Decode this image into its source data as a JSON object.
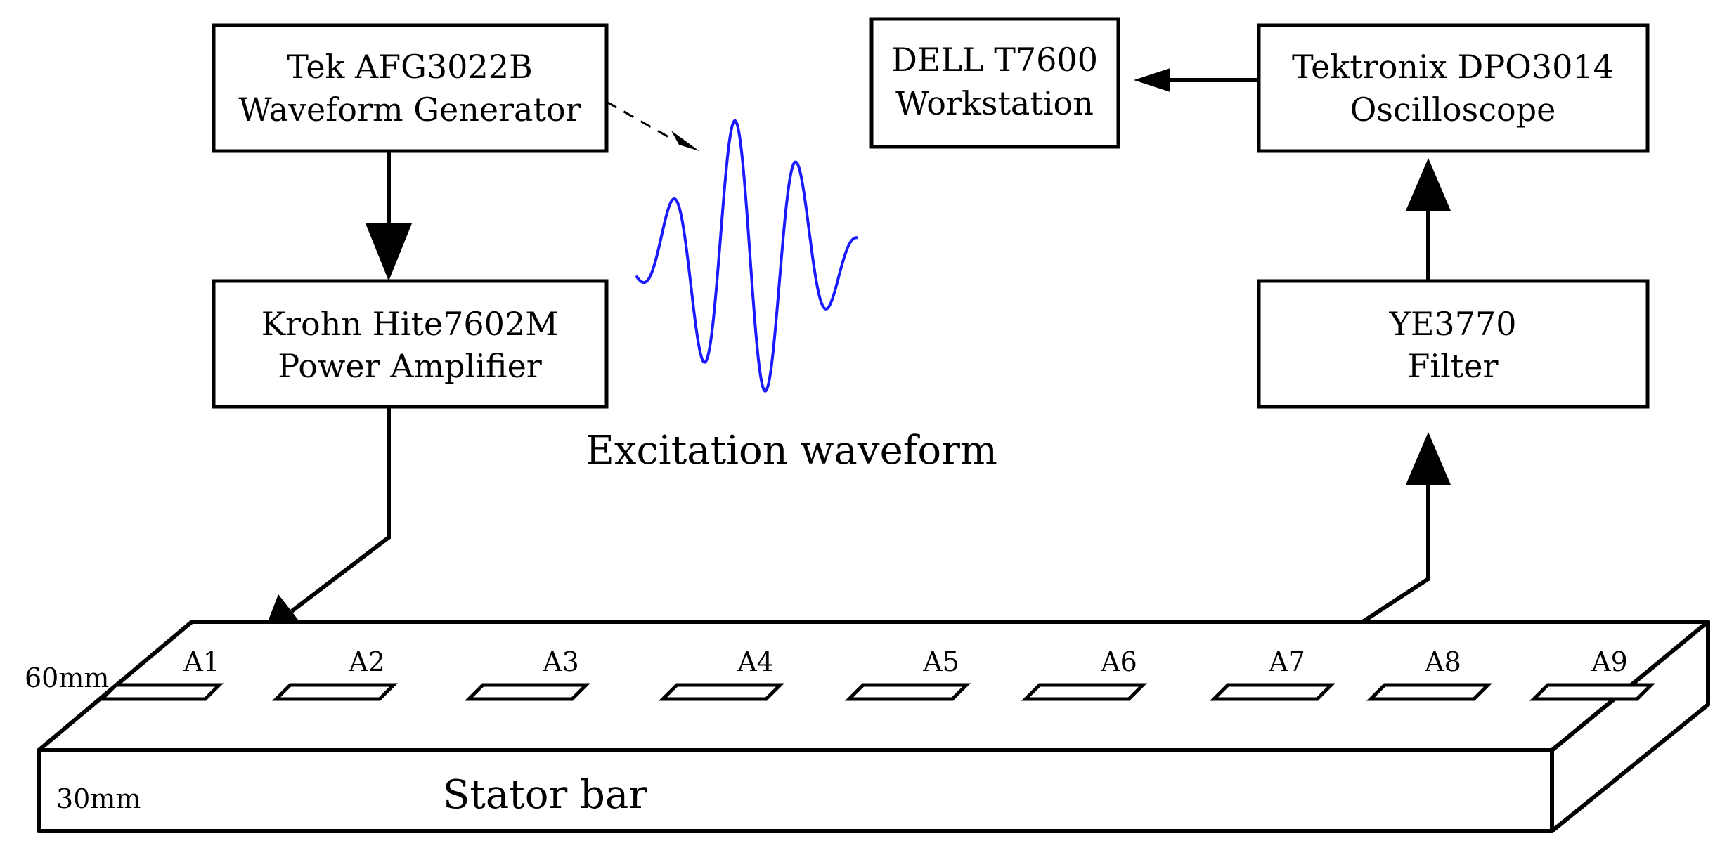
{
  "boxes": {
    "generator": {
      "line1": "Tek AFG3022B",
      "line2": "Waveform Generator"
    },
    "amplifier": {
      "line1": "Krohn Hite7602M",
      "line2": "Power Amplifier"
    },
    "workstation": {
      "line1": "DELL T7600",
      "line2": "Workstation"
    },
    "oscilloscope": {
      "line1": "Tektronix DPO3014",
      "line2": "Oscilloscope"
    },
    "filter": {
      "line1": "YE3770",
      "line2": "Filter"
    }
  },
  "waveform": {
    "caption": "Excitation waveform",
    "color": "#1a1aff"
  },
  "stator": {
    "title": "Stator bar",
    "width_label": "60mm",
    "height_label": "30mm",
    "sensors": [
      "A1",
      "A2",
      "A3",
      "A4",
      "A5",
      "A6",
      "A7",
      "A8",
      "A9"
    ]
  }
}
